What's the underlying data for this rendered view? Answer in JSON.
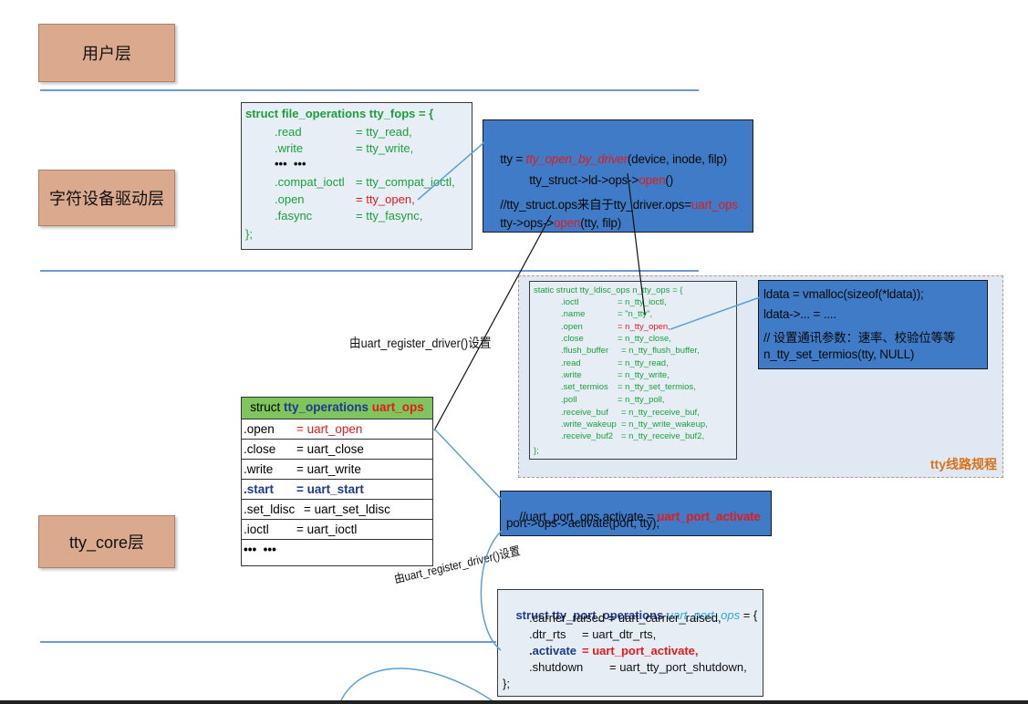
{
  "layers": {
    "user": "用户层",
    "char_driver": "字符设备驱动层",
    "tty_core": "tty_core层"
  },
  "tty_fops": {
    "lines": [
      {
        "a": "struct file_operations tty_fops = {",
        "b": ""
      },
      {
        "a": ".read",
        "b": "= tty_read,"
      },
      {
        "a": ".write",
        "b": "= tty_write,"
      },
      {
        "a": "•••  •••",
        "b": ""
      },
      {
        "a": ".compat_ioctl",
        "b": "= tty_compat_ioctl,"
      },
      {
        "a": ".open",
        "b": "= tty_open,"
      },
      {
        "a": ".fasync",
        "b": "= tty_fasync,"
      },
      {
        "a": "};",
        "b": ""
      }
    ]
  },
  "tty_open_box": {
    "l1a": "tty = ",
    "l1b": "tty_open_by_driver",
    "l1c": "(device, inode, filp)",
    "l2a": "tty_struct->ld->ops->",
    "l2b": "open",
    "l2c": "()",
    "l3a": "//tty_struct.ops来自于tty_driver.ops=",
    "l3b": "uart_ops",
    "l4a": "tty->ops->",
    "l4b": "open",
    "l4c": "(tty, filp)"
  },
  "ldisc_panel": {
    "caption": "tty线路规程",
    "lines": [
      {
        "a": "static struct tty_ldisc_ops n_tty_ops = {",
        "b": ""
      },
      {
        "a": ".ioctl",
        "b": "= n_tty_ioctl,"
      },
      {
        "a": ".name",
        "b": "= \"n_tty\","
      },
      {
        "a": ".open",
        "b": "= n_tty_open,"
      },
      {
        "a": ".close",
        "b": "= n_tty_close,"
      },
      {
        "a": ".flush_buffer",
        "b": "= n_tty_flush_buffer,"
      },
      {
        "a": ".read",
        "b": "= n_tty_read,"
      },
      {
        "a": ".write",
        "b": "= n_tty_write,"
      },
      {
        "a": ".set_termios",
        "b": "= n_tty_set_termios,"
      },
      {
        "a": ".poll",
        "b": "= n_tty_poll,"
      },
      {
        "a": ".receive_buf",
        "b": "= n_tty_receive_buf,"
      },
      {
        "a": ".write_wakeup",
        "b": "= n_tty_write_wakeup,"
      },
      {
        "a": ".receive_buf2",
        "b": "= n_tty_receive_buf2,"
      },
      {
        "a": "};",
        "b": ""
      }
    ],
    "open_box": [
      "ldata = vmalloc(sizeof(*ldata));",
      "ldata->... = ....",
      "// 设置通讯参数：速率、校验位等等",
      "n_tty_set_termios(tty, NULL)"
    ]
  },
  "annotation_top": "由uart_register_driver()设置",
  "annotation_bottom": "由uart_register_driver()设置",
  "uart_ops": {
    "h1": "struct",
    "h2": "tty_operations",
    "h3": "uart_ops",
    "rows": [
      {
        "k": ".open",
        "v": "= uart_open"
      },
      {
        "k": ".close",
        "v": "= uart_close"
      },
      {
        "k": ".write",
        "v": "= uart_write"
      },
      {
        "k": ".start",
        "v": "= uart_start"
      },
      {
        "k": ".set_ldisc",
        "v": "= uart_set_ldisc"
      },
      {
        "k": ".ioctl",
        "v": "= uart_ioctl"
      },
      {
        "k": "•••  •••",
        "v": ""
      }
    ]
  },
  "activate_box": {
    "l1a": "//uart_port_ops.activate = ",
    "l1b": "uart_port_activate",
    "l2": "port->ops->activate(port, tty);"
  },
  "port_ops": {
    "h1": "struct tty_port_operations ",
    "h2": "uart_port_ops",
    "h3": " = {",
    "rows": [
      {
        "k": ".carrier_raised",
        "v": "= uart_carrier_raised,"
      },
      {
        "k": ".dtr_rts",
        "v": "= uart_dtr_rts,"
      },
      {
        "k": ".activate",
        "v": "= uart_port_activate,"
      },
      {
        "k": ".shutdown",
        "v": "= uart_tty_port_shutdown,"
      },
      {
        "k": "};",
        "v": ""
      }
    ]
  }
}
